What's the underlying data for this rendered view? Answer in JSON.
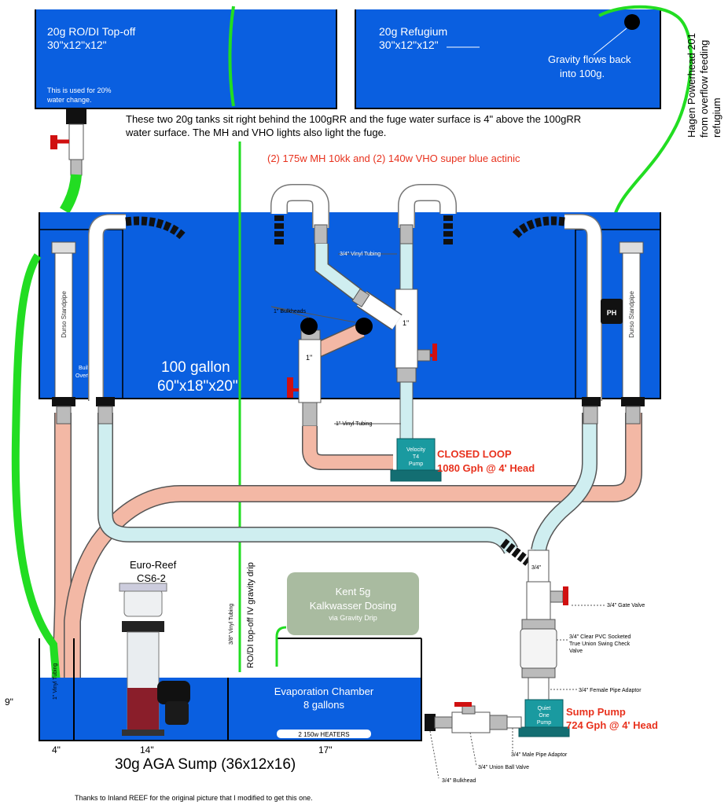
{
  "tanks": {
    "topoff": {
      "title": "20g RO/DI Top-off",
      "dims": "30\"x12\"x12\"",
      "note_line1": "This is used for 20%",
      "note_line2": "water change."
    },
    "refugium": {
      "title": "20g Refugium",
      "dims": "30\"x12\"x12\"",
      "flow_line1": "Gravity flows back",
      "flow_line2": "into 100g."
    },
    "main": {
      "title": "100 gallon",
      "dims": "60\"x18\"x20\"",
      "standpipe_label": "Durso Standpipe",
      "overflow_line1": "Built-in",
      "overflow_line2": "Overflow"
    },
    "sump": {
      "title": "30g AGA Sump (36x12x16)",
      "chamber_title": "Evaporation Chamber",
      "chamber_volume": "8 gallons",
      "heaters": "2 150w HEATERS",
      "height": "9\"",
      "width_1": "4\"",
      "width_2": "14\"",
      "width_3": "17\""
    }
  },
  "notes": {
    "behind_line1": "These two 20g tanks sit right behind the 100gRR and the fuge water surface is 4\" above the 100gRR",
    "behind_line2": "water surface.  The MH and VHO lights also light the fuge.",
    "lighting": "(2) 175w MH 10kk and (2) 140w VHO super blue actinic",
    "powerhead_line1": "Hagen Powerhead 201",
    "powerhead_line2": "from overflow feeding",
    "powerhead_line3": "refugium",
    "credit": "Thanks to Inland REEF for the original picture that I modified to get this one."
  },
  "labels": {
    "vinyl_3_4": "3/4\" Vinyl Tubing",
    "bulkheads_1": "1\" Bulkheads",
    "one_inch_a": "1\"",
    "one_inch_b": "1\"",
    "vinyl_1": "1\" Vinyl Tubing",
    "vinyl_1_sump": "1\" Vinyl Tubing",
    "vinyl_3_8": "3/8\" Vinyl Tubing",
    "drip": "RO/DI top-off IV gravity drip",
    "closed_loop_title": "CLOSED LOOP",
    "closed_loop_flow": "1080 Gph @ 4' Head",
    "velocity_line1": "Velocity",
    "velocity_line2": "T4",
    "velocity_line3": "Pump",
    "ph": "PH",
    "skimmer_line1": "Euro-Reef",
    "skimmer_line2": "CS6-2",
    "kent_line1": "Kent 5g",
    "kent_line2": "Kalkwasser Dosing",
    "kent_line3": "via Gravity Drip",
    "sump_pump_title": "Sump Pump",
    "sump_pump_flow": "724 Gph @ 4' Head",
    "quiet_line1": "Quiet",
    "quiet_line2": "One",
    "quiet_line3": "Pump",
    "three_quarter": "3/4\"",
    "gate_valve": "3/4\" Gate Valve",
    "check_line1": "3/4\" Clear PVC Socketed",
    "check_line2": "True Union Swing Check",
    "check_line3": "Valve",
    "female_adaptor": "3/4\" Female Pipe Adaptor",
    "male_adaptor": "3/4\" Male Pipe Adaptor",
    "ball_valve": "3/4\" Union Ball Valve",
    "bulkhead_3_4": "3/4\" Bulkhead"
  },
  "colors": {
    "water": "#0a5fe0",
    "hose_green": "#22dd22",
    "hose_pink": "#f3b8a5",
    "hose_blue": "#cfeef0",
    "red_label": "#e8321e",
    "pump_teal": "#1a9aa0",
    "kent_gray": "#a9bba0"
  }
}
